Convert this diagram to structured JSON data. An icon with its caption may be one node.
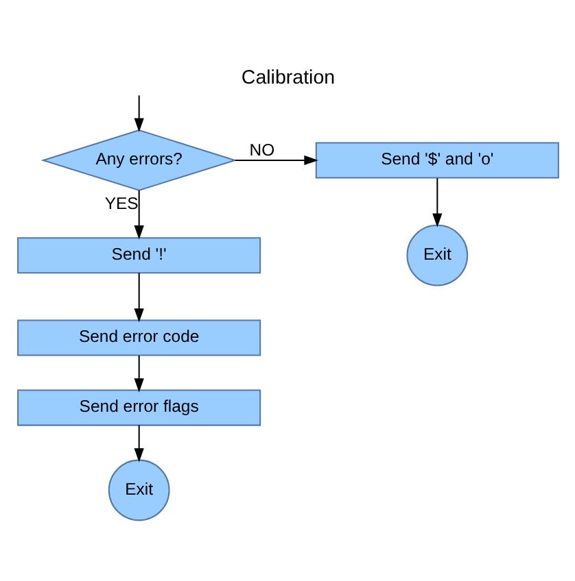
{
  "diagram": {
    "title": "Calibration",
    "nodes": [
      {
        "text": [
          "Any errors?"
        ]
      },
      {
        "text": [
          "Send '$' and 'o'"
        ]
      },
      {
        "text": [
          "Exit"
        ]
      },
      {
        "text": [
          "Send '!'"
        ]
      },
      {
        "text": [
          "Send error code"
        ]
      },
      {
        "text": [
          "Send error flags"
        ]
      },
      {
        "text": [
          "Exit"
        ]
      }
    ],
    "edges": [
      {
        "from": null,
        "to": 0,
        "arrow": "to"
      },
      {
        "from": 0,
        "to": 1,
        "arrow": "to",
        "label": "NO"
      },
      {
        "from": 1,
        "to": 2,
        "arrow": "to"
      },
      {
        "from": 0,
        "to": 3,
        "arrow": "to",
        "label": "YES"
      },
      {
        "from": 3,
        "to": 4,
        "arrow": "to"
      },
      {
        "from": 4,
        "to": 5,
        "arrow": "to"
      },
      {
        "from": 5,
        "to": 6,
        "arrow": "to"
      }
    ]
  }
}
